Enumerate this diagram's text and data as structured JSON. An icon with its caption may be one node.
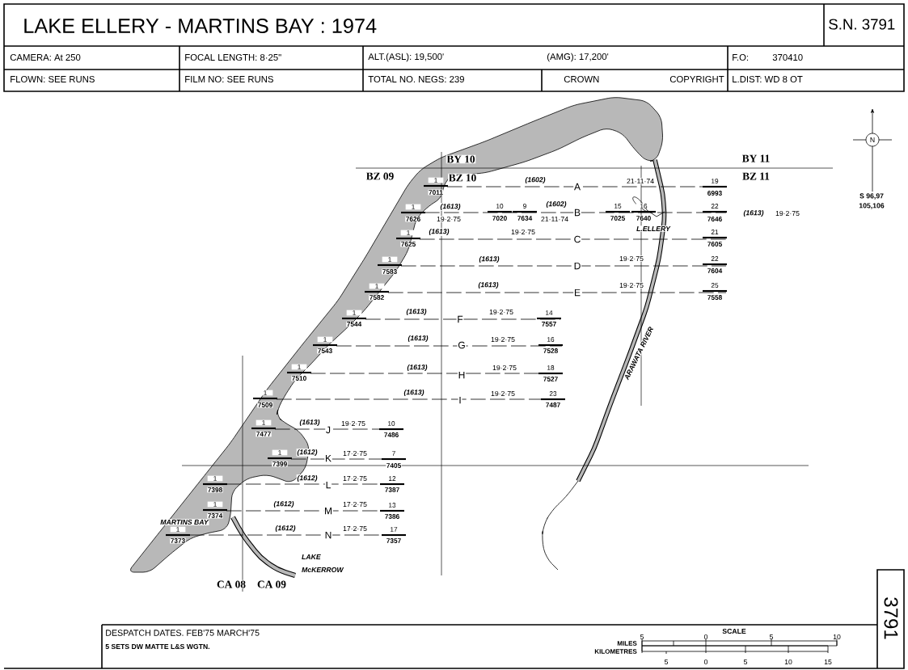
{
  "diagram": {
    "title": "LAKE ELLERY - MARTINS BAY : 1974",
    "labels": [
      "S.N. 3791",
      "CAMERA: At 250",
      "FOCAL LENGTH: 8·25\"",
      "ALT.(ASL): 19,500'",
      "(AMG): 17,200'",
      "F.O:",
      "370410",
      "FLOWN: SEE RUNS",
      "FILM NO: SEE RUNS",
      "TOTAL NO. NEGS: 239",
      "CROWN",
      "COPYRIGHT",
      "L.DIST: WD 8 OT",
      "BY 10",
      "BY 11",
      "BZ 09",
      "BZ 10",
      "BZ 11",
      "N",
      "S 96,97",
      "105,106",
      "1",
      "7011",
      "(1602)",
      "A",
      "21·11·74",
      "19",
      "6993",
      "1",
      "7626",
      "(1613)",
      "19·2·75",
      "10",
      "7020",
      "9",
      "7634",
      "(1602)",
      "21·11·74",
      "B",
      "15",
      "7025",
      "16",
      "7640",
      "22",
      "7646",
      "(1613)",
      "19·2·75",
      "L.ELLERY",
      "1",
      "7625",
      "(1613)",
      "19·2·75",
      "C",
      "21",
      "7605",
      "1",
      "7583",
      "(1613)",
      "D",
      "19·2·75",
      "22",
      "7604",
      "1",
      "7582",
      "(1613)",
      "E",
      "19·2·75",
      "25",
      "7558",
      "1",
      "7544",
      "(1613)",
      "F",
      "19·2·75",
      "14",
      "7557",
      "1",
      "7543",
      "(1613)",
      "G",
      "19·2·75",
      "16",
      "7528",
      "1",
      "7510",
      "(1613)",
      "H",
      "19·2·75",
      "18",
      "7527",
      "1",
      "7509",
      "(1613)",
      "I",
      "19·2·75",
      "23",
      "7487",
      "1",
      "7477",
      "(1613)",
      "J",
      "19·2·75",
      "10",
      "7486",
      "1",
      "7399",
      "(1612)",
      "K",
      "17·2·75",
      "7",
      "7405",
      "1",
      "7398",
      "(1612)",
      "L",
      "17·2·75",
      "12",
      "7387",
      "1",
      "7374",
      "(1612)",
      "M",
      "17·2·75",
      "13",
      "7386",
      "MARTINS BAY",
      "1",
      "7373",
      "(1612)",
      "N",
      "17·2·75",
      "17",
      "7357",
      "ARAWATA RIVER",
      "LAKE McKERROW",
      "CA 08",
      "CA 09",
      "DESPATCH DATES. FEB'75 MARCH'75",
      "5 SETS DW MATTE L&S WGTN.",
      "SCALE",
      "5",
      "0",
      "5",
      "10",
      "MILES",
      "KILOMETRES",
      "5",
      "0",
      "5",
      "10",
      "15",
      "3791"
    ]
  }
}
